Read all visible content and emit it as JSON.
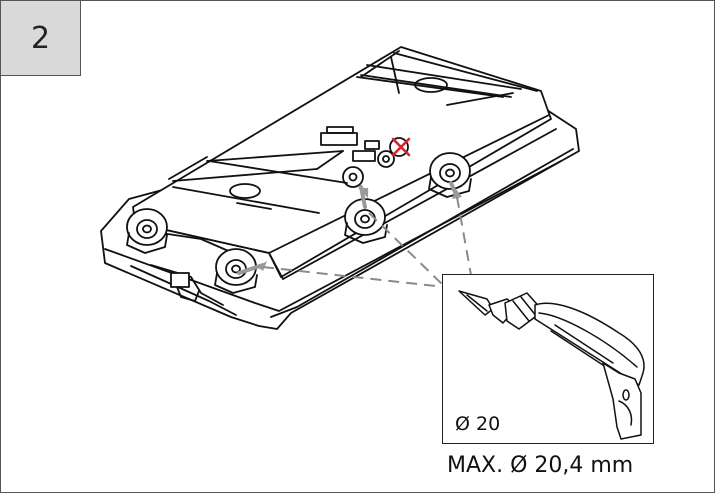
{
  "step": {
    "number": "2"
  },
  "inset": {
    "drill_size_label": "Ø 20"
  },
  "caption": {
    "max_diameter": "MAX. Ø 20,4 mm"
  },
  "colors": {
    "step_box_fill": "#d9d9d9",
    "line": "#111111",
    "arrow": "#9a9a9a",
    "forbidden_mark": "#d9232d"
  },
  "icons": {
    "forbidden_hole": "x-mark-icon",
    "tool": "drill-icon"
  }
}
